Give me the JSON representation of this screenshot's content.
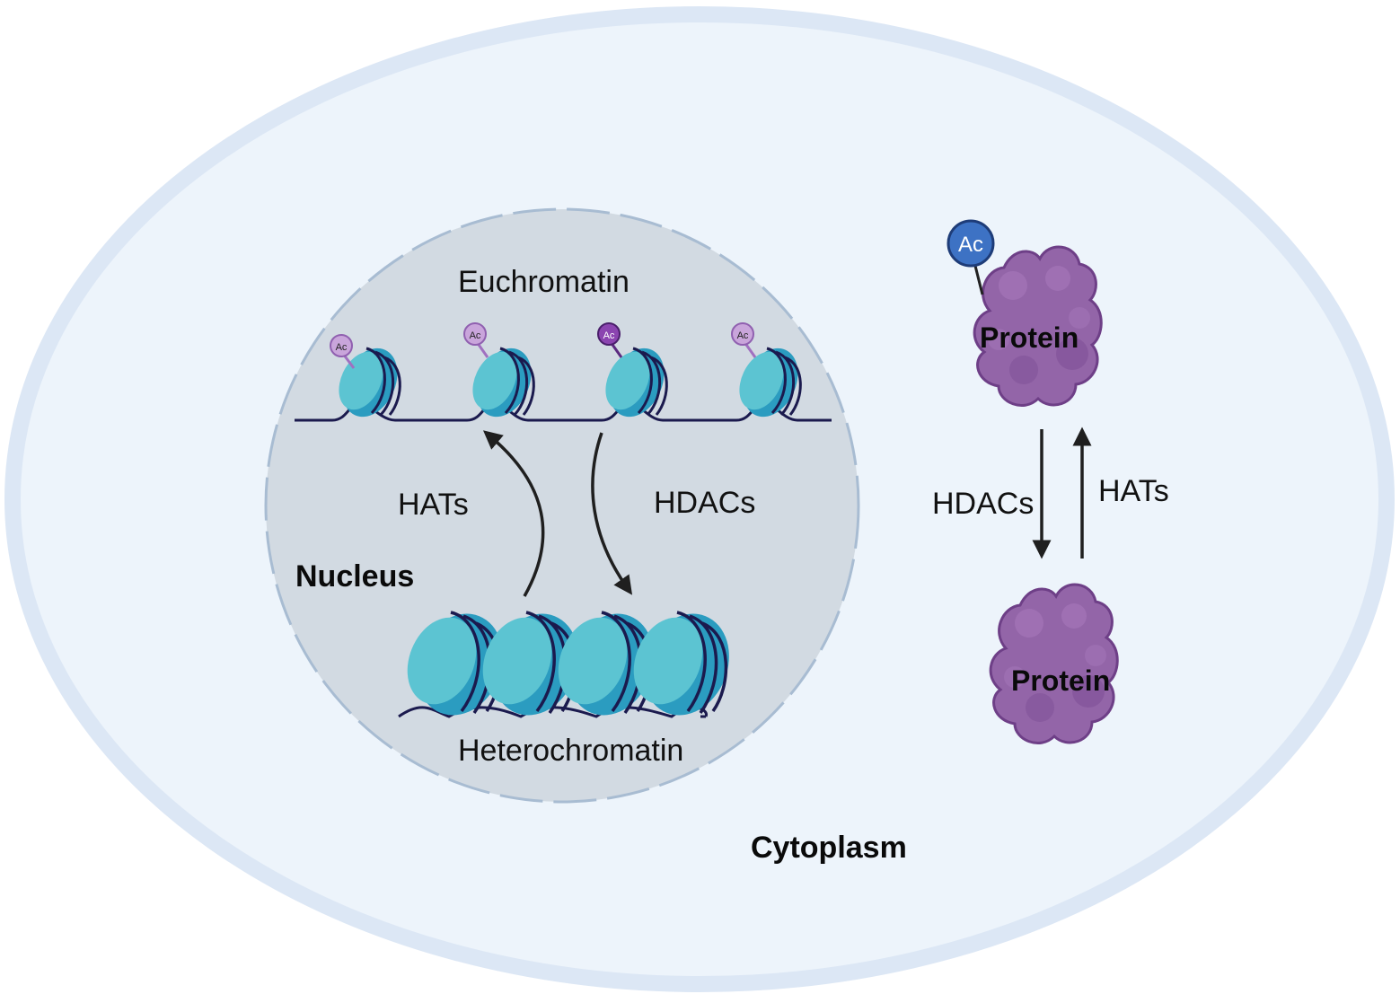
{
  "labels": {
    "euchromatin": "Euchromatin",
    "heterochromatin": "Heterochromatin",
    "nucleus": "Nucleus",
    "cytoplasm": "Cytoplasm",
    "hats_nucleus": "HATs",
    "hdacs_nucleus": "HDACs",
    "hdacs_cytoplasm": "HDACs",
    "hats_cytoplasm": "HATs",
    "protein_acetylated": "Protein",
    "protein_deacetylated": "Protein"
  },
  "acetyl_tag": "Ac",
  "colors": {
    "cell_fill": "#edf4fb",
    "cell_border": "#dce7f5",
    "nucleus_fill": "#d2dae2",
    "nucleus_border": "#a8bcd2",
    "histone_light": "#5cc4d2",
    "histone_dark": "#2b9cc0",
    "dna": "#1b1a4e",
    "ac_light": "#c9a5db",
    "ac_dark": "#8b44b0",
    "ac_protein": "#3d72c4",
    "protein": "#9365a8",
    "protein_shade": "#6e3f87",
    "arrow": "#1f1f1f"
  }
}
